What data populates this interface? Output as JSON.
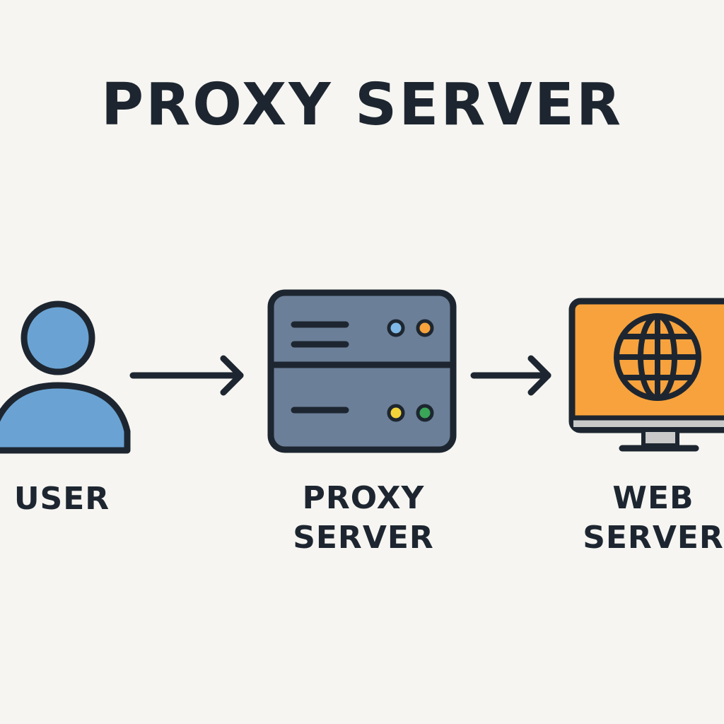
{
  "title": "PROXY SERVER",
  "nodes": {
    "user": {
      "label": "USER",
      "icon": "user-icon"
    },
    "proxy": {
      "label_line1": "PROXY",
      "label_line2": "SERVER",
      "icon": "server-icon"
    },
    "web": {
      "label_line1": "WEB",
      "label_line2": "SERVER",
      "icon": "monitor-globe-icon"
    }
  },
  "edges": [
    {
      "from": "user",
      "to": "proxy",
      "icon": "arrow-right-icon"
    },
    {
      "from": "proxy",
      "to": "web",
      "icon": "arrow-right-icon"
    }
  ],
  "colors": {
    "background": "#f6f5f1",
    "outline": "#1d2630",
    "user_fill": "#6aa3d3",
    "server_fill": "#6b7f98",
    "screen_fill": "#f7a23c",
    "led_blue": "#7fb8e6",
    "led_orange": "#f7a23c",
    "led_yellow": "#f2d33a",
    "led_green": "#3aa657"
  }
}
